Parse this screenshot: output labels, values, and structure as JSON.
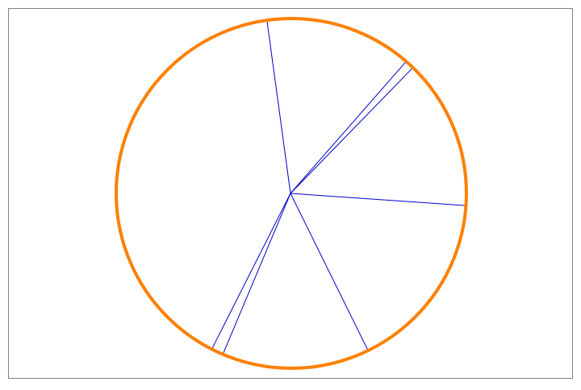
{
  "diagram": {
    "colors": {
      "frame": "#7f7f7f",
      "circle": "#ff8000",
      "spokes": "#0000cc",
      "background": "#ffffff"
    },
    "spoke_angles_deg": [
      -98,
      -49,
      -46,
      4,
      64,
      113,
      117
    ]
  }
}
